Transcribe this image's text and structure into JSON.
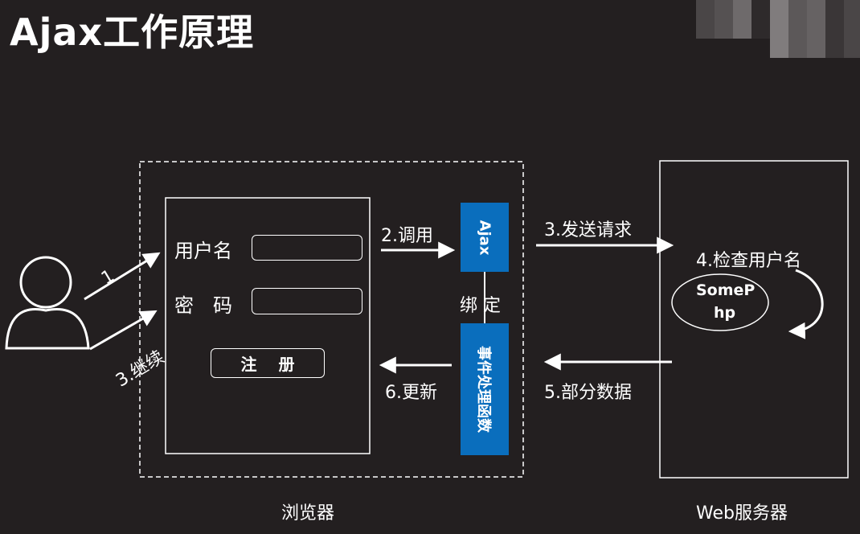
{
  "title": "Ajax工作原理",
  "form": {
    "username_label": "用户名",
    "password_label": "密　码",
    "register_button": "注 册",
    "username_value": "",
    "password_value": ""
  },
  "ajax_box": "Ajax",
  "handler_box": "事件处理函数",
  "bind_label": "绑 定",
  "steps": {
    "step1": "1",
    "step2": "2.调用",
    "step3_send": "3.发送请求",
    "step3_continue": "3.继续",
    "step4": "4.检查用户名",
    "step5": "5.部分数据",
    "step6": "6.更新"
  },
  "server_script": [
    "SomeP",
    "hp"
  ],
  "browser_label": "浏览器",
  "server_label": "Web服务器",
  "colors": {
    "background": "#231f20",
    "accent_blue": "#0a6ebd",
    "line": "#ffffff"
  },
  "icons": {
    "user": "user-icon"
  }
}
